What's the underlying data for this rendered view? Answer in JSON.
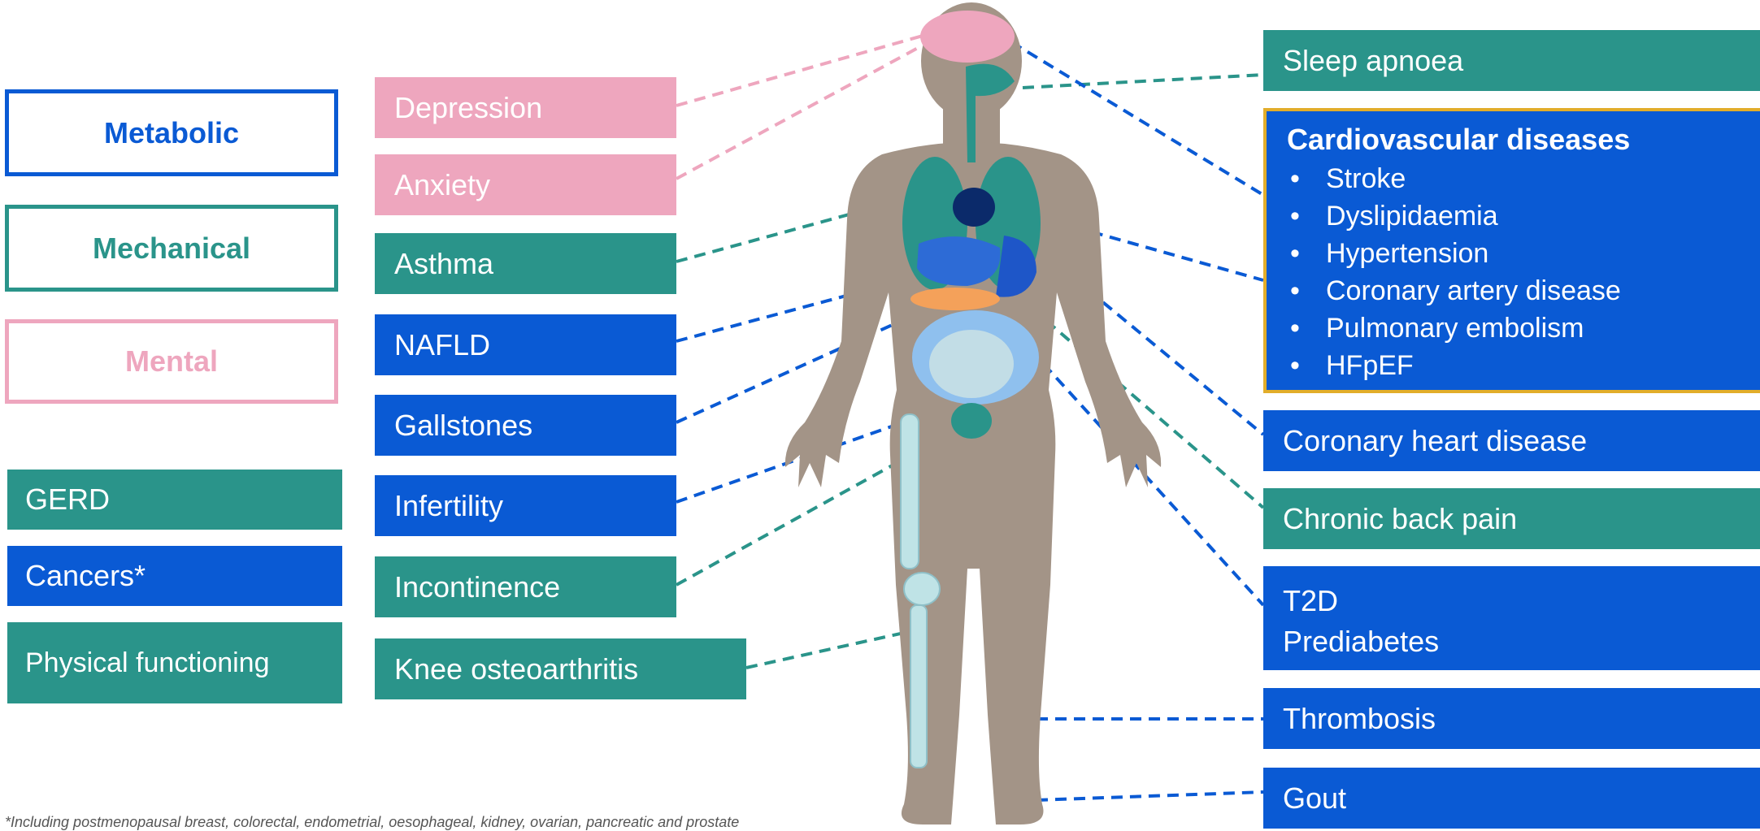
{
  "legend": {
    "metabolic": "Metabolic",
    "mechanical": "Mechanical",
    "mental": "Mental"
  },
  "colors": {
    "metabolic": "#0a5ad4",
    "mechanical": "#2a948a",
    "mental": "#eea6be",
    "highlight_border": "#e2ad2a",
    "body": "#a39487"
  },
  "left_boxes": {
    "gerd": "GERD",
    "cancers": "Cancers*",
    "physical": "Physical functioning"
  },
  "middle_boxes": {
    "depression": "Depression",
    "anxiety": "Anxiety",
    "asthma": "Asthma",
    "nafld": "NAFLD",
    "gallstones": "Gallstones",
    "infertility": "Infertility",
    "incontinence": "Incontinence",
    "knee": "Knee osteoarthritis"
  },
  "right_boxes": {
    "sleep_apnoea": "Sleep apnoea",
    "cvd_title": "Cardiovascular diseases",
    "cvd_items": [
      "Stroke",
      "Dyslipidaemia",
      "Hypertension",
      "Coronary artery disease",
      "Pulmonary embolism",
      "HFpEF"
    ],
    "chd": "Coronary heart disease",
    "back_pain": "Chronic back pain",
    "t2d": "T2D",
    "prediabetes": "Prediabetes",
    "thrombosis": "Thrombosis",
    "gout": "Gout"
  },
  "footnote": "*Including postmenopausal breast, colorectal, endometrial, oesophageal, kidney, ovarian, pancreatic and prostate"
}
